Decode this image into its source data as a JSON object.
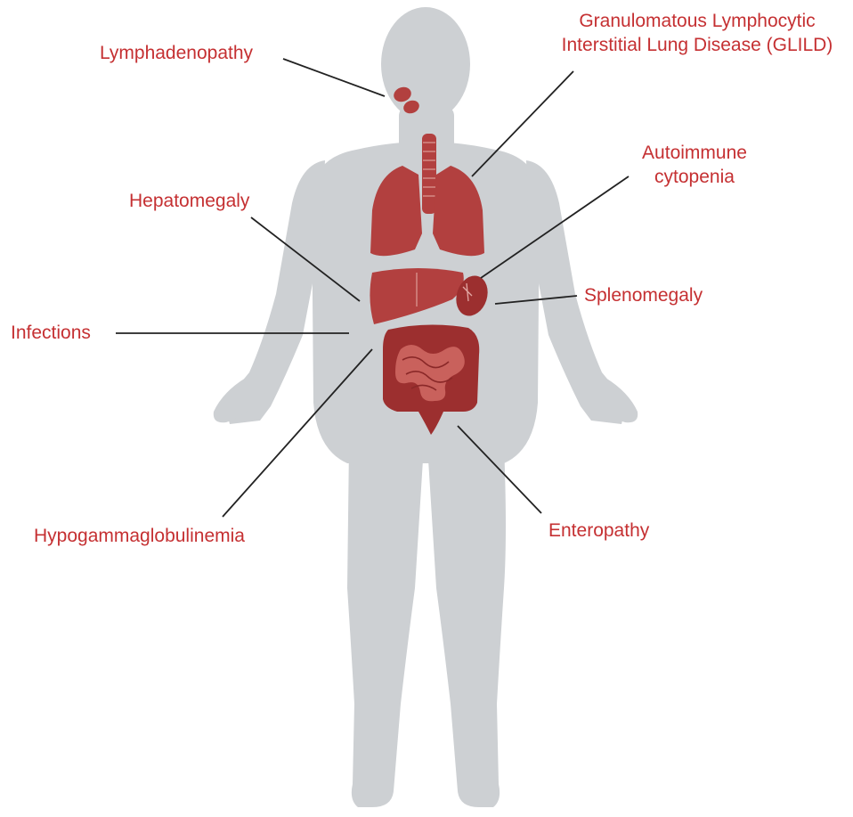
{
  "colors": {
    "body_silhouette": "#cdd0d3",
    "organ": "#b2403f",
    "organ_dark": "#9c2f2f",
    "label_text": "#c53032",
    "leader_line": "#222222"
  },
  "labels": {
    "lymphadenopathy": "Lymphadenopathy",
    "glild_line1": "Granulomatous Lymphocytic",
    "glild_line2": "Interstitial Lung Disease (GLILD)",
    "autoimmune_line1": "Autoimmune",
    "autoimmune_line2": "cytopenia",
    "hepatomegaly": "Hepatomegaly",
    "splenomegaly": "Splenomegaly",
    "infections": "Infections",
    "hypogammaglobulinemia": "Hypogammaglobulinemia",
    "enteropathy": "Enteropathy"
  },
  "organs": [
    "lymph-nodes",
    "trachea",
    "lungs",
    "liver",
    "spleen",
    "intestines"
  ]
}
